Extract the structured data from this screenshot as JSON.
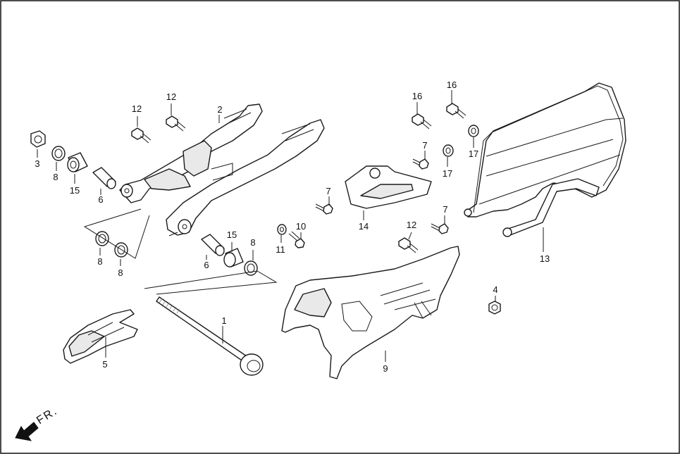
{
  "direction_label": "FR.",
  "callouts": [
    {
      "id": "c1",
      "text": "1"
    },
    {
      "id": "c2",
      "text": "2"
    },
    {
      "id": "c3",
      "text": "3"
    },
    {
      "id": "c4",
      "text": "4"
    },
    {
      "id": "c5",
      "text": "5"
    },
    {
      "id": "c6a",
      "text": "6"
    },
    {
      "id": "c6b",
      "text": "6"
    },
    {
      "id": "c7a",
      "text": "7"
    },
    {
      "id": "c7b",
      "text": "7"
    },
    {
      "id": "c7c",
      "text": "7"
    },
    {
      "id": "c8a",
      "text": "8"
    },
    {
      "id": "c8b",
      "text": "8"
    },
    {
      "id": "c8c",
      "text": "8"
    },
    {
      "id": "c8d",
      "text": "8"
    },
    {
      "id": "c9",
      "text": "9"
    },
    {
      "id": "c10",
      "text": "10"
    },
    {
      "id": "c11",
      "text": "11"
    },
    {
      "id": "c12a",
      "text": "12"
    },
    {
      "id": "c12b",
      "text": "12"
    },
    {
      "id": "c12c",
      "text": "12"
    },
    {
      "id": "c13",
      "text": "13"
    },
    {
      "id": "c14",
      "text": "14"
    },
    {
      "id": "c15a",
      "text": "15"
    },
    {
      "id": "c15b",
      "text": "15"
    },
    {
      "id": "c16a",
      "text": "16"
    },
    {
      "id": "c16b",
      "text": "16"
    },
    {
      "id": "c17a",
      "text": "17"
    },
    {
      "id": "c17b",
      "text": "17"
    }
  ]
}
